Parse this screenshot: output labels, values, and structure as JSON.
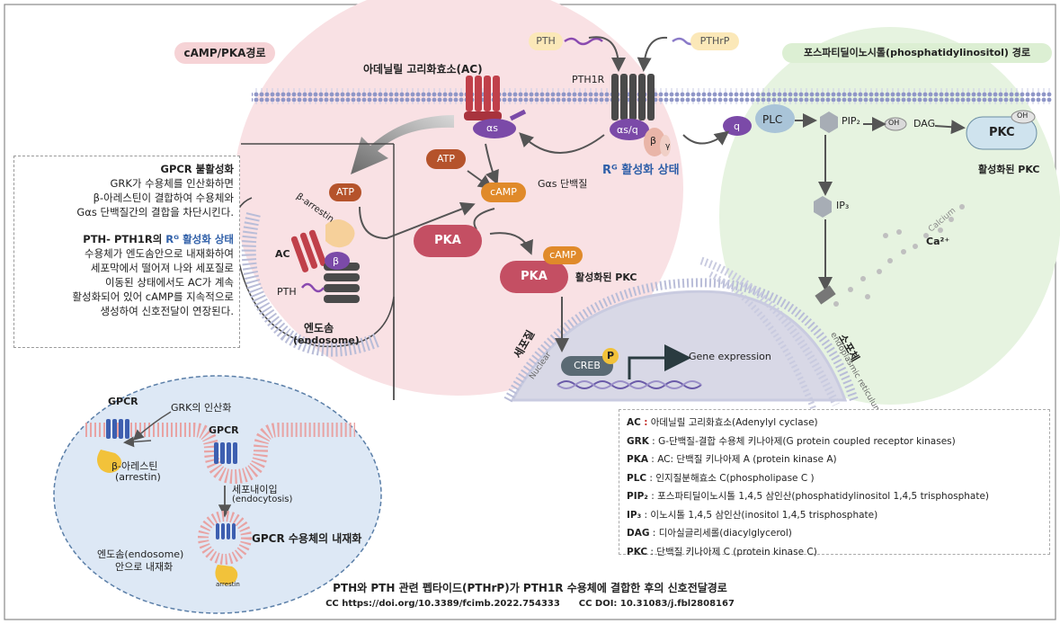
{
  "title": "PTH와 PTH 관련 펩타이드(PTHrP)가 PTH1R 수용체에 결합한 후의 신호전달경로",
  "credit": "CC https://doi.org/10.3389/fcimb.2022.754333      CC DOI: 10.31083/j.fbl2808167",
  "pathway_labels": {
    "camp_pka": "cAMP/PKA경로",
    "pi_pathway": "포스파티딜이노시톨(phosphatidylinositol) 경로"
  },
  "ligands": {
    "pth": "PTH",
    "pthrp": "PTHrP"
  },
  "receptor": {
    "name": "PTH1R",
    "active_state": "Rᴳ 활성화 상태",
    "gs_label": "Gαs 단백질"
  },
  "gprotein": {
    "alpha_s": "αs",
    "alpha_sq": "αs/q",
    "beta": "β",
    "gamma": "γ",
    "q": "q"
  },
  "ac_label": "아데닐릴 고리화효소(AC)",
  "molecules": {
    "atp": "ATP",
    "camp": "cAMP",
    "pka": "PKA",
    "pka_active_label": "활성화된 PKC",
    "plc": "PLC",
    "pip2": "PIP₂",
    "dag": "DAG",
    "oh": "OH",
    "pkc": "PKC",
    "pkc_active_label": "활성화된 PKC",
    "ip3": "IP₃",
    "calcium": "Calcium",
    "ca2": "Ca²⁺",
    "creb": "CREB",
    "p": "P",
    "gene_expression": "Gene expression"
  },
  "compartments": {
    "nucleus_ko": "세포질",
    "nucleus_en": "Nuclear",
    "er_ko": "소포체",
    "er_en": "endoplasmic reticulum",
    "endosome_ko": "엔도솜",
    "endosome_en": "(endosome)"
  },
  "endosome_labels": {
    "beta_arrestin": "β-arrestin",
    "ac": "AC",
    "pth": "PTH",
    "atp": "ATP",
    "beta": "β"
  },
  "side_note": {
    "heading1": "GPCR 불활성화",
    "lines1": [
      "GRK가 수용체를 인산화하면",
      "β-아레스틴이 결합하여 수용체와",
      "Gαs 단백질간의 결합을 차단시킨다."
    ],
    "heading2_prefix": "PTH- PTH1R의 ",
    "heading2_highlight": "Rᴳ 활성화 상태",
    "lines2": [
      "수용체가 엔도솜안으로 내재화하여",
      "세포막에서 떨어져 나와 세포질로",
      "이동된 상태에서도 AC가 계속",
      "활성화되어 있어 cAMP를  지속적으로",
      "생성하여 신호전달이 연장된다."
    ]
  },
  "inset": {
    "gpcr1": "GPCR",
    "grk": "GRK의 인산화",
    "gpcr2": "GPCR",
    "arrestin_ko": "β-아레스틴",
    "arrestin_en": "(arrestin)",
    "endocytosis_ko": "세포내이입",
    "endocytosis_en": "(endocytosis)",
    "internalization": "GPCR 수용체의 내재화",
    "endosome_line1": "엔도솜(endosome)",
    "endosome_line2": "안으로 내재화",
    "arrestin_small": "arrestin"
  },
  "legend": [
    {
      "abbr": "AC",
      "text": "아데닐릴 고리화효소(Adenylyl cyclase)"
    },
    {
      "abbr": "GRK",
      "text": "G-단백질-결합 수용체 키나아제(G protein coupled receptor kinases)"
    },
    {
      "abbr": "PKA",
      "text": "AC: 단백질 키나아제 A (protein kinase A)"
    },
    {
      "abbr": "PLC",
      "text": "인지질분해효소 C(phospholipase C )"
    },
    {
      "abbr": "PIP₂",
      "text": "포스파티딜이노시톨 1,4,5 삼인산(phosphatidylinositol 1,4,5 trisphosphate)"
    },
    {
      "abbr": "IP₃",
      "text": "이노시톨 1,4,5 삼인산(inositol 1,4,5 trisphosphate)"
    },
    {
      "abbr": "DAG",
      "text": "디아실글리세롤(diacylglycerol)"
    },
    {
      "abbr": "PKC",
      "text": "단백질 키나아제 C (protein kinase C)"
    }
  ],
  "colors": {
    "pink_bg": "#f9e1e4",
    "green_bg": "#e6f3e0",
    "ac_red": "#c0404a",
    "receptor_gray": "#4a4a4a",
    "galpha_purple": "#7b4aa8",
    "atp_orange": "#b5532b",
    "camp_orange": "#e08a2a",
    "pka_rose": "#c44f63",
    "pkc_blue": "#cfe3ee",
    "highlight_blue": "#2f5fa8",
    "arrestin_yellow": "#f2c23a"
  }
}
